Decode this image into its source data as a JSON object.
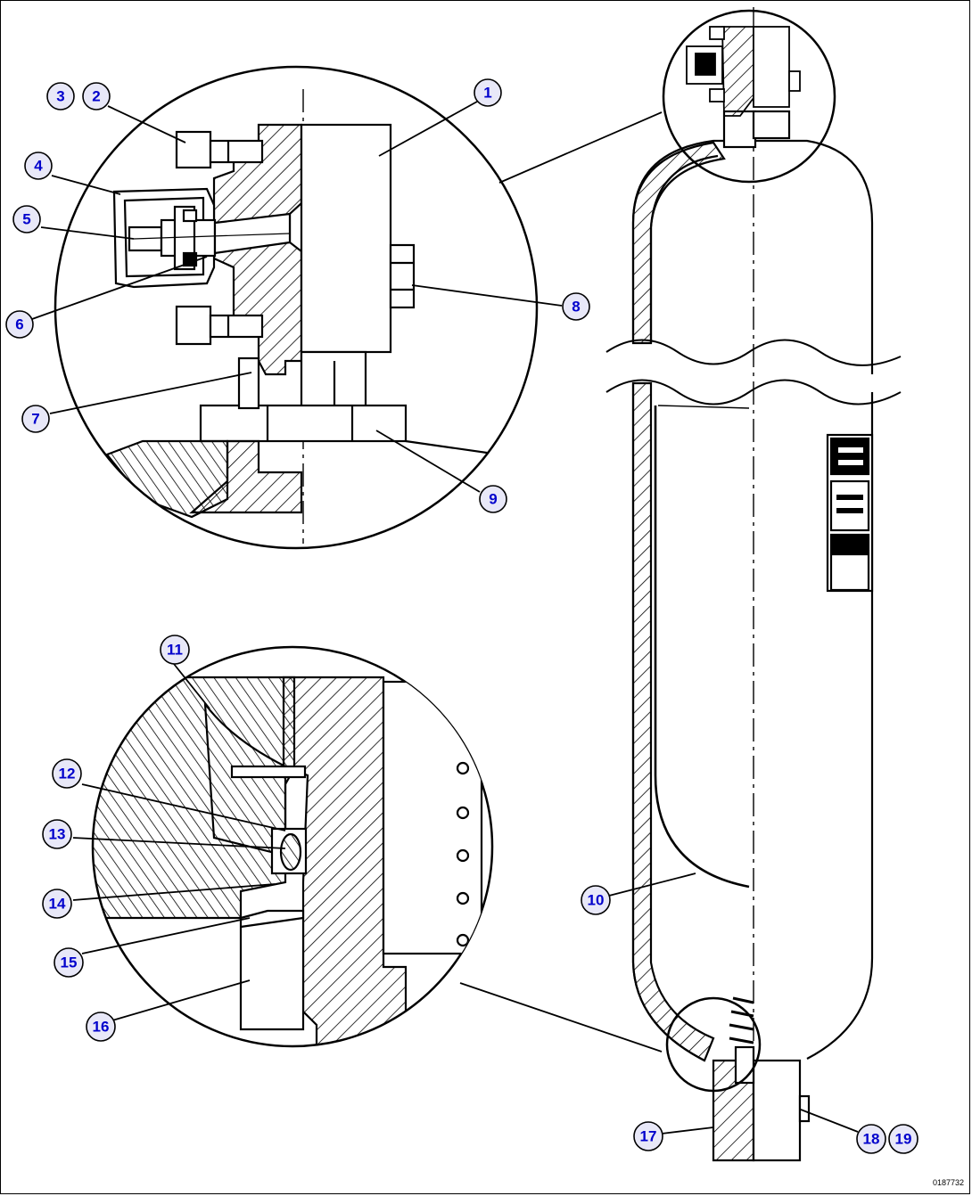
{
  "drawing_id": "0187732",
  "balloons": [
    {
      "id": "1",
      "label": "1"
    },
    {
      "id": "2",
      "label": "2"
    },
    {
      "id": "3",
      "label": "3"
    },
    {
      "id": "4",
      "label": "4"
    },
    {
      "id": "5",
      "label": "5"
    },
    {
      "id": "6",
      "label": "6"
    },
    {
      "id": "7",
      "label": "7"
    },
    {
      "id": "8",
      "label": "8"
    },
    {
      "id": "9",
      "label": "9"
    },
    {
      "id": "10",
      "label": "10"
    },
    {
      "id": "11",
      "label": "11"
    },
    {
      "id": "12",
      "label": "12"
    },
    {
      "id": "13",
      "label": "13"
    },
    {
      "id": "14",
      "label": "14"
    },
    {
      "id": "15",
      "label": "15"
    },
    {
      "id": "16",
      "label": "16"
    },
    {
      "id": "17",
      "label": "17"
    },
    {
      "id": "18",
      "label": "18"
    },
    {
      "id": "19",
      "label": "19"
    }
  ],
  "colors": {
    "line": "#000000",
    "balloon_fill": "#e8e8f8",
    "balloon_text": "#0000cc",
    "background": "#ffffff"
  }
}
